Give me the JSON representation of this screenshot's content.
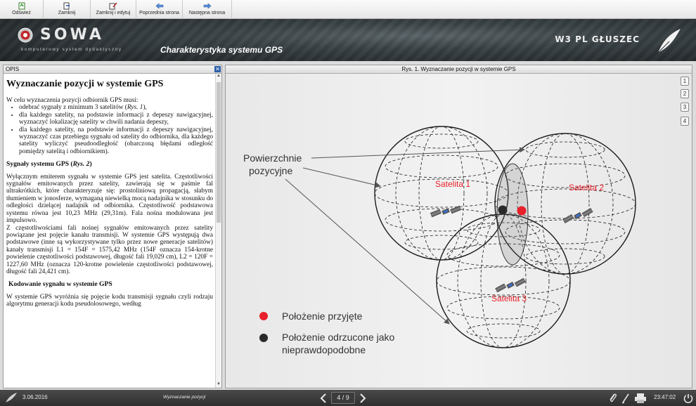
{
  "toolbar": {
    "buttons": [
      {
        "label": "Odśwież",
        "icon": "refresh-icon"
      },
      {
        "label": "Zamknij",
        "icon": "close-doc-icon"
      },
      {
        "label": "Zamknij i edytuj",
        "icon": "close-edit-icon"
      },
      {
        "label": "Poprzednia strona",
        "icon": "arrow-left-icon"
      },
      {
        "label": "Następna strona",
        "icon": "arrow-right-icon"
      }
    ]
  },
  "header": {
    "logo": "SOWA",
    "logo_sub": "komputerowy system dydaktyczny",
    "title": "Charakterystyka systemu GPS",
    "right_label": "W3 PL GŁUSZEC"
  },
  "left_panel": {
    "header": "OPIS",
    "title": "Wyznaczanie pozycji w systemie GPS",
    "intro_a": "W celu  wyznaczenia pozycji odbiornik GPS musi:",
    "bullet1_a": "odebrać sygnały z minimum 3 satelitów (",
    "bullet1_ref": "Rys. 1",
    "bullet1_b": "),",
    "bullet2": "dla każdego satelity, na podstawie informacji z depeszy nawigacyjnej, wyznaczyć lokalizację satelity w chwili nadania depeszy,",
    "bullet3": "dla każdego satelity, na podstawie informacji z depeszy nawigacyjnej, wyznaczyć czas przebiegu sygnału od satelity do odbiornika, dla każdego satelity wyliczyć pseudoodległość (obarczoną błędami odległość pomiędzy satelitą i odbiornikiem).",
    "h2a": "Sygnały systemu GPS (",
    "h2a_ref": "Rys. 2",
    "h2a_end": ")",
    "para1": "Wyłącznym emiterem sygnału w systemie GPS jest satelita. Częstotliwości sygnałów emitowanych przez satelity, zawierają się w paśmie fal ultrakrótkich, które charakteryzuje się: prostoliniową propagacją, słabym tłumieniem w jonosferze, wymaganą niewielką mocą nadajnika w stosunku do odległości dzielącej nadajnik od odbiornika. Częstotliwość podstawowa systemu równa jest 10,23 MHz (29,31m). Fala nośna modulowana jest impulsowo.",
    "para2": "Z częstotliwościami fali nośnej sygnałów emitowanych przez satelity powiązane jest pojęcie kanału transmisji. W systemie GPS występują dwa podstawowe (inne są wykorzystywane tylko przez nowe generacje satelitów) kanały transmisji L1 = 154F = 1575,42 MHz (154F oznacza 154-krotne powielenie częstotliwości podstawowej, długość fali 19,029 cm), L2 = 120F = 1227,60 MHz (oznacza 120-krotne powielenie częstotliwości podstawowej, długość fali 24,421 cm).",
    "h2b": "Kodowanie sygnału w systemie GPS",
    "para3": "W systemie GPS wyróżnia się pojęcie kodu transmisji sygnału czyli rodzaju algorytmu generacji kodu pseudolosowego, według"
  },
  "right_panel": {
    "header": "Rys. 1. Wyznaczanie pozycji w systemie GPS",
    "page_buttons": [
      "1",
      "2",
      "3",
      "4"
    ],
    "label_surfaces_1": "Powierzchnie",
    "label_surfaces_2": "pozycyjne",
    "sat1": "Satelita 1",
    "sat2": "Satelita 2",
    "sat3": "Satelita 3",
    "legend_accepted": "Położenie przyjęte",
    "legend_rejected_1": "Położenie odrzucone jako",
    "legend_rejected_2": "nieprawdopodobne",
    "colors": {
      "accent": "#e8202a",
      "dark": "#2a2a2a"
    }
  },
  "footer": {
    "date": "3.06.2016",
    "section": "Wyznaczanie pozycji",
    "page": "4",
    "total": "9",
    "time": "23:47:02"
  }
}
